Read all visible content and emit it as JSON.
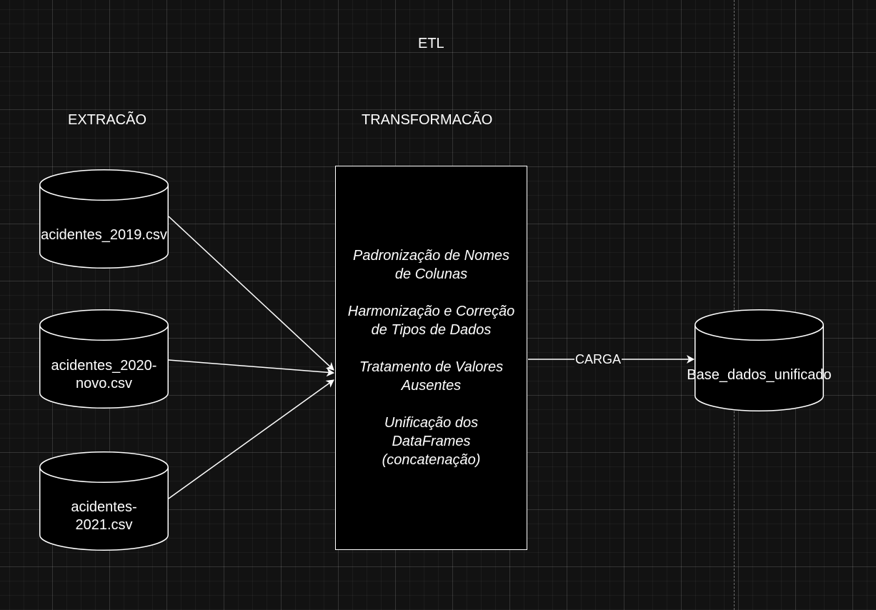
{
  "diagram": {
    "title": "ETL",
    "stages": {
      "extraction": "EXTRACÃO",
      "transformation": "TRANSFORMACÃO"
    },
    "sources": [
      {
        "label": "acidentes_2019.csv"
      },
      {
        "label": "acidentes_2020-\nnovo.csv"
      },
      {
        "label": "acidentes-\n2021.csv"
      }
    ],
    "transformation_steps": [
      "Padronização de Nomes\nde Colunas",
      "Harmonização e Correção\nde Tipos de Dados",
      "Tratamento de Valores\nAusentes",
      "Unificação dos\nDataFrames\n(concatenação)"
    ],
    "load": {
      "edge_label": "CARGA",
      "target_label": "Base_dados_unificado"
    },
    "colors": {
      "background": "#121212",
      "stroke": "#ffffff",
      "fill": "#000000",
      "text": "#ffffff"
    }
  }
}
